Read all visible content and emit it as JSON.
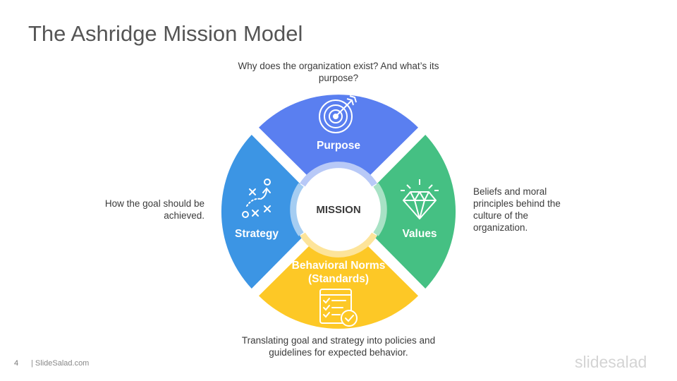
{
  "title": "The Ashridge Mission Model",
  "center": {
    "label": "MISSION"
  },
  "segments": {
    "purpose": {
      "label": "Purpose",
      "description": "Why does the organization exist? And what’s its purpose?",
      "color": "#5A7FF0",
      "icon": "target-icon"
    },
    "values": {
      "label": "Values",
      "description": "Beliefs and moral principles behind the culture of the organization.",
      "color": "#45C083",
      "icon": "diamond-icon"
    },
    "norms": {
      "label_line1": "Behavioral Norms",
      "label_line2": "(Standards)",
      "description": "Translating goal and strategy into policies and guidelines for expected behavior.",
      "color": "#FDC826",
      "icon": "checklist-icon"
    },
    "strategy": {
      "label": "Strategy",
      "description": "How the goal should be achieved.",
      "color": "#3C95E4",
      "icon": "strategy-play-icon"
    }
  },
  "footer": {
    "page_number": "4",
    "source": "| SlideSalad.com",
    "brand": "slidesalad"
  }
}
